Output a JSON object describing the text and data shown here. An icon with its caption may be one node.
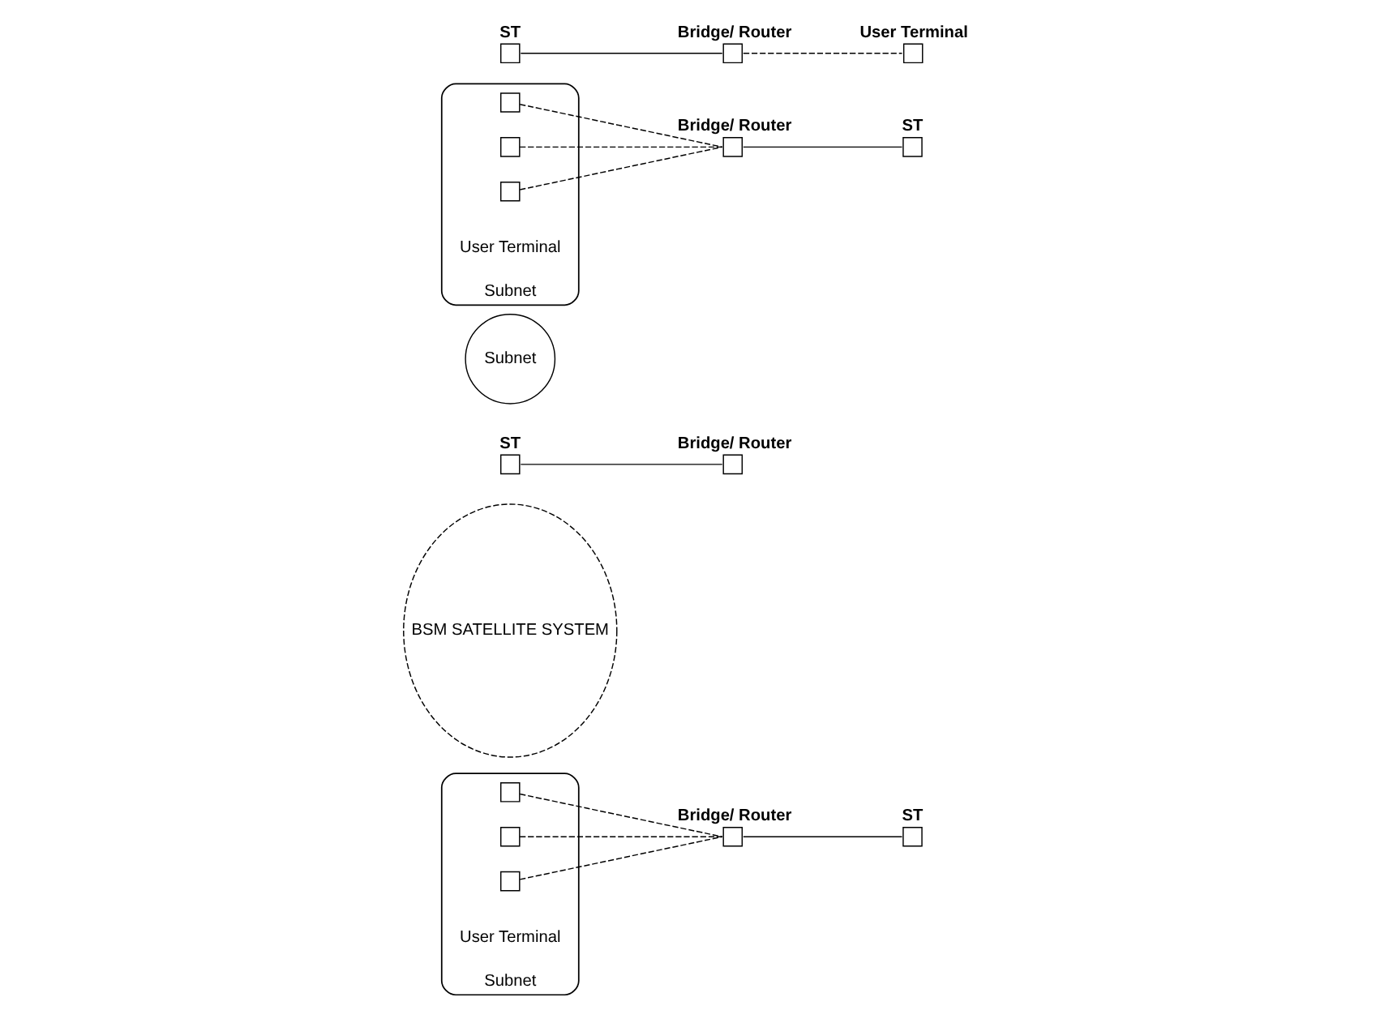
{
  "diagram": {
    "nodes": [
      {
        "text": [
          "Subnet"
        ]
      },
      {
        "text": [],
        "shape": "box",
        "in": 0
      },
      {
        "text": [],
        "shape": "box",
        "in": 0
      },
      {
        "text": [],
        "shape": "box",
        "in": 0
      },
      {
        "text": [],
        "shape": "box",
        "beside": [
          "Bridge/ Router"
        ]
      },
      {
        "text": [
          "BSM SATELLITE SYSTEM"
        ]
      },
      {
        "text": [],
        "shape": "box",
        "beside": [
          "ST"
        ]
      },
      {
        "text": [],
        "shape": "box",
        "beside": [
          "ST"
        ]
      },
      {
        "text": [],
        "shape": "box",
        "beside": [
          "Bridge/ Router"
        ]
      },
      {
        "text": [
          "Subnet"
        ]
      },
      {
        "text": [
          "Subnet"
        ]
      },
      {
        "text": [],
        "shape": "box",
        "in": 10
      },
      {
        "text": [],
        "shape": "box",
        "in": 10
      },
      {
        "text": [],
        "shape": "box",
        "in": 10
      },
      {
        "text": [],
        "shape": "box",
        "beside": [
          "Bridge/ Router"
        ]
      },
      {
        "text": [],
        "shape": "box",
        "beside": [
          "ST"
        ]
      },
      {
        "text": [],
        "shape": "box",
        "beside": [
          "ST"
        ]
      },
      {
        "text": [],
        "shape": "box",
        "beside": [
          "Bridge/ Router"
        ]
      },
      {
        "text": [],
        "shape": "box",
        "beside": [
          "User Terminal"
        ]
      }
    ],
    "edges": [
      {
        "from": 1,
        "to": 4,
        "arrow": "none",
        "style": "dashed"
      },
      {
        "from": 2,
        "to": 4,
        "arrow": "none",
        "style": "dashed"
      },
      {
        "from": 3,
        "to": 4,
        "arrow": "none",
        "style": "dashed"
      },
      {
        "from": 4,
        "to": 6,
        "arrow": "none"
      },
      {
        "from": 7,
        "to": 8,
        "arrow": "none"
      },
      {
        "from": 11,
        "to": 14,
        "arrow": "none",
        "style": "dashed"
      },
      {
        "from": 12,
        "to": 14,
        "arrow": "none",
        "style": "dashed"
      },
      {
        "from": 13,
        "to": 14,
        "arrow": "none",
        "style": "dashed"
      },
      {
        "from": 14,
        "to": 15,
        "arrow": "none"
      },
      {
        "from": 16,
        "to": 17,
        "arrow": "none"
      },
      {
        "from": 17,
        "to": 18,
        "arrow": "none",
        "style": "dashed"
      }
    ],
    "labels": [
      "User Terminal",
      "User Terminal"
    ]
  }
}
